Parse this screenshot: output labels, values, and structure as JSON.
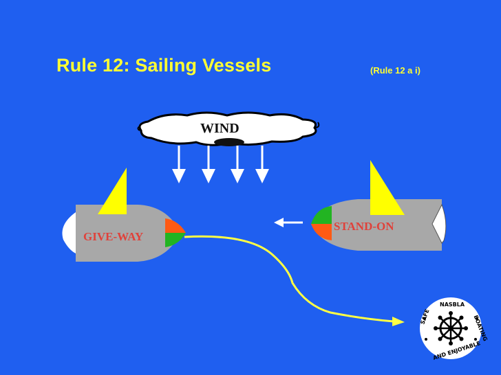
{
  "slide": {
    "title": "Rule 12: Sailing Vessels",
    "subtitle": "(Rule 12 a i)"
  },
  "wind": {
    "label": "WIND"
  },
  "give_way": {
    "label": "GIVE-WAY"
  },
  "stand_on": {
    "label": "STAND-ON"
  },
  "seal": {
    "top_text": "NASBLA",
    "left_text": "SAFE",
    "right_text": "BOATING",
    "bottom_text": "AND ENJOYABLE"
  },
  "colors": {
    "background": "#1f5ff0",
    "title": "#ffff33",
    "hull": "#a8a8a8",
    "sail": "#ffff00",
    "port_light": "#ff5a14",
    "starboard_light": "#22b422",
    "boat_label": "#e0413a",
    "course_line": "#ffff44"
  }
}
